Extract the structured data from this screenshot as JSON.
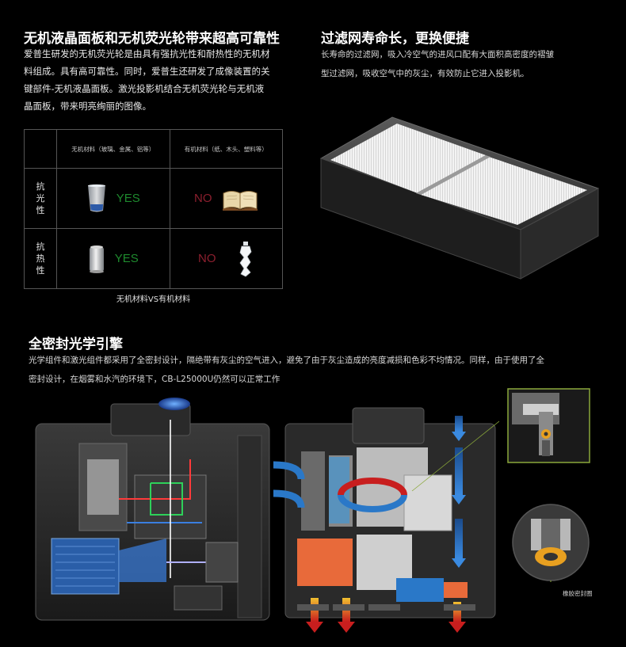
{
  "section1": {
    "title": "无机液晶面板和无机荧光轮带来超高可靠性",
    "lines": [
      "爱普生研发的无机荧光轮是由具有强抗光性和耐热性的无机材",
      "料组成。具有高可靠性。同时，爱普生还研发了成像装置的关",
      "键部件-无机液晶面板。激光投影机结合无机荧光轮与无机液",
      "晶面板，带来明亮绚丽的图像。"
    ],
    "table": {
      "col1_header": "无机材料（玻璃、金属、铝等）",
      "col2_header": "有机材料（纸、木头、塑料等）",
      "row1_label": "抗光性",
      "row2_label": "抗热性",
      "yes": "YES",
      "no": "NO"
    },
    "caption": "无机材料VS有机材料"
  },
  "section2": {
    "title": "过滤网寿命长，更换便捷",
    "lines": [
      "长寿命的过滤网，吸入冷空气的进风口配有大面积高密度的褶皱",
      "型过滤网，吸收空气中的灰尘，有效防止它进入投影机。"
    ]
  },
  "section3": {
    "title": "全密封光学引擎",
    "lines": [
      "光学组件和激光组件都采用了全密封设计，隔绝带有灰尘的空气进入，避免了由于灰尘造成的亮度减损和色彩不均情况。同样，由于使用了全",
      "密封设计，在烟雾和水汽的环境下，CB-L25000U仍然可以正常工作"
    ],
    "gasket_label": "橡胶密封圈"
  },
  "colors": {
    "yes_green": "#1e8a2e",
    "no_red": "#8c1f2e",
    "airflow_blue": "#2a78c8",
    "airflow_red": "#c81e1e",
    "laser_blue": "#3a7fe0"
  }
}
